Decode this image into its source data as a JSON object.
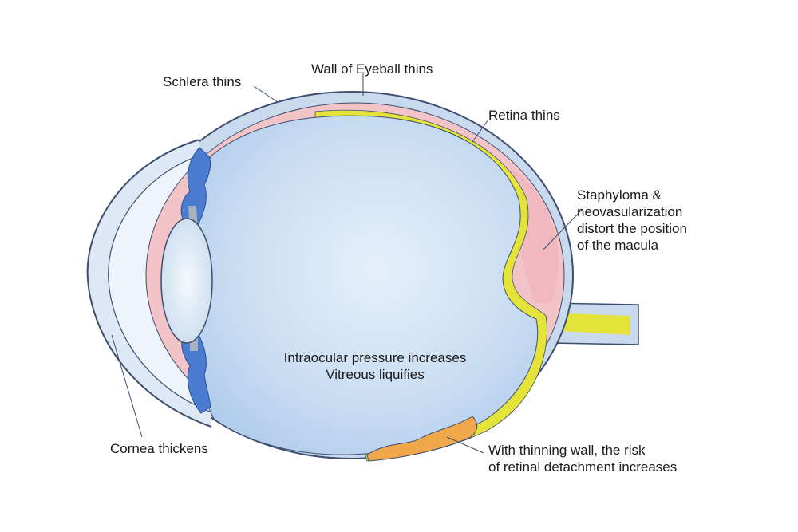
{
  "labels": {
    "wall": "Wall of Eyeball thins",
    "sclera": "Schlera thins",
    "retina": "Retina thins",
    "staphyloma": [
      "Staphyloma &",
      "neovasularization",
      "distort the position",
      "of the macula"
    ],
    "center": [
      "Intraocular pressure increases",
      "Vitreous liquifies"
    ],
    "cornea": "Cornea thickens",
    "detachment": [
      "With thinning wall, the risk",
      "of retinal detachment increases"
    ]
  },
  "colors": {
    "outline": "#3d4f6e",
    "sclera": "#c9d9ee",
    "choroid": "#f2c4c8",
    "retina": "#e4e33a",
    "vitreous": "#bcd5f0",
    "iris": "#4a7ccf",
    "detachment": "#f0a84a"
  }
}
